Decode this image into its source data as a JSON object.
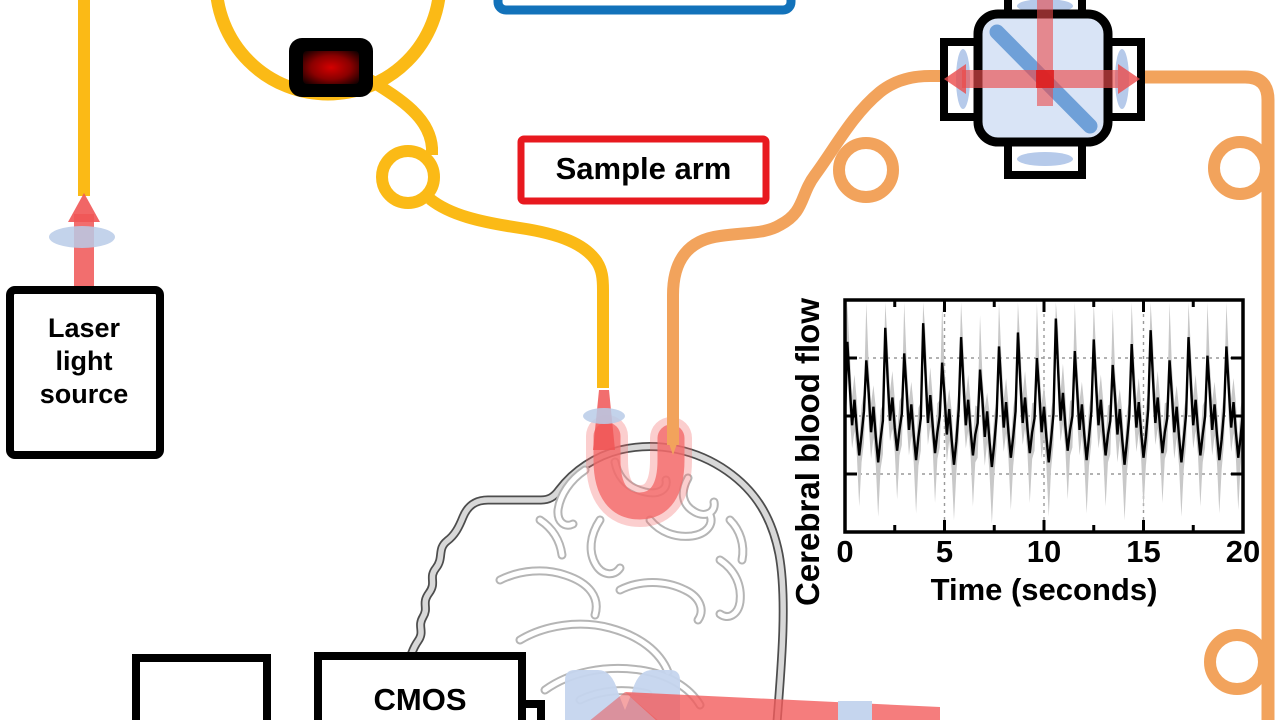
{
  "diagram": {
    "labels": {
      "laser_source": "Laser light source",
      "sample_arm": "Sample arm",
      "cmos": "CMOS"
    },
    "colors": {
      "fiber_yellow": "#FBBA16",
      "fiber_orange": "#F2A35C",
      "beam_red": "#F05555",
      "lens_blue": "#B9CBE8",
      "cube_fill": "#D9E4F6",
      "cube_diagonal": "#6FA0D8",
      "reference_box_border": "#1272BA",
      "sample_box_border": "#E8191F",
      "component_core": "#C00000"
    }
  },
  "chart_data": {
    "type": "line",
    "title": "",
    "xlabel": "Time (seconds)",
    "ylabel": "Cerebral blood flow",
    "x_range": [
      0,
      20
    ],
    "x_ticks": [
      0,
      5,
      10,
      15,
      20
    ],
    "x_minor_ticks": [
      2.5,
      7.5,
      12.5,
      17.5
    ],
    "x_gridlines": [
      5,
      10,
      15
    ],
    "y_gridline_fractions": [
      0.25,
      0.5,
      0.75
    ],
    "grid_style": "dashed",
    "legend": "none",
    "series_name": "pulsatile cerebral blood flow (mean with gray variability band)",
    "values": [
      0.5,
      0.82,
      0.63,
      0.46,
      0.57,
      0.44,
      0.33,
      0.42,
      0.52,
      0.74,
      0.6,
      0.43,
      0.54,
      0.41,
      0.3,
      0.4,
      0.48,
      0.88,
      0.66,
      0.48,
      0.58,
      0.45,
      0.35,
      0.44,
      0.51,
      0.77,
      0.61,
      0.44,
      0.55,
      0.42,
      0.31,
      0.41,
      0.49,
      0.9,
      0.68,
      0.47,
      0.59,
      0.46,
      0.34,
      0.43,
      0.5,
      0.73,
      0.59,
      0.42,
      0.53,
      0.4,
      0.29,
      0.39,
      0.53,
      0.84,
      0.64,
      0.46,
      0.57,
      0.44,
      0.33,
      0.42,
      0.47,
      0.7,
      0.57,
      0.41,
      0.52,
      0.39,
      0.28,
      0.38,
      0.5,
      0.8,
      0.62,
      0.45,
      0.56,
      0.43,
      0.32,
      0.41,
      0.52,
      0.86,
      0.65,
      0.47,
      0.58,
      0.45,
      0.34,
      0.43,
      0.49,
      0.75,
      0.6,
      0.43,
      0.54,
      0.41,
      0.3,
      0.4,
      0.51,
      0.92,
      0.69,
      0.48,
      0.6,
      0.46,
      0.35,
      0.44,
      0.5,
      0.78,
      0.61,
      0.44,
      0.55,
      0.42,
      0.31,
      0.41,
      0.52,
      0.83,
      0.63,
      0.46,
      0.57,
      0.44,
      0.33,
      0.42,
      0.48,
      0.72,
      0.58,
      0.42,
      0.53,
      0.4,
      0.29,
      0.39,
      0.5,
      0.81,
      0.62,
      0.45,
      0.56,
      0.43,
      0.32,
      0.41,
      0.53,
      0.87,
      0.66,
      0.47,
      0.58,
      0.45,
      0.34,
      0.43,
      0.49,
      0.74,
      0.59,
      0.43,
      0.54,
      0.41,
      0.3,
      0.4,
      0.51,
      0.84,
      0.64,
      0.46,
      0.57,
      0.44,
      0.33,
      0.42,
      0.5,
      0.76,
      0.6,
      0.44,
      0.55,
      0.42,
      0.31,
      0.4,
      0.52,
      0.8,
      0.62,
      0.45,
      0.56,
      0.43,
      0.32,
      0.41,
      0.52
    ],
    "band": {
      "base_up": 0.07,
      "base_dn": 0.08,
      "peak_gain": 0.55,
      "trough_gain": 0.5,
      "zigzag": 0.055
    },
    "colors": {
      "line": "#000000",
      "band": "#c8c8c8",
      "grid": "#999999",
      "axis": "#000000"
    }
  }
}
